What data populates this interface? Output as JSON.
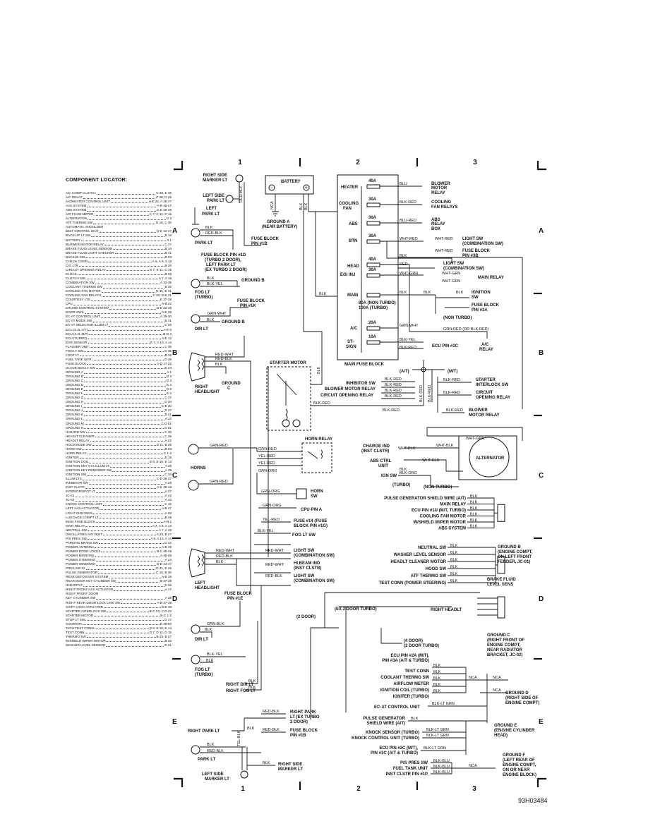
{
  "grid": {
    "columns": [
      "1",
      "2",
      "3"
    ],
    "rows": [
      "A",
      "B",
      "C",
      "D",
      "E"
    ]
  },
  "diagram_code": "93H03484",
  "locator": {
    "title": "COMPONENT LOCATOR:",
    "entries": [
      {
        "name": "A/C COMP CLUTCH",
        "ref": "C 28, E 28"
      },
      {
        "name": "A/C RELAY",
        "ref": "C 28, D 28"
      },
      {
        "name": "A/C/HEATER CONTROL UNIT",
        "ref": "A-E 24, A 26-27"
      },
      {
        "name": "AAS SYSTEM",
        "ref": "A-B 46-47"
      },
      {
        "name": "ABS SYSTEM",
        "ref": "C-E 36-39"
      },
      {
        "name": "AIR FLOW METER",
        "ref": "C 7, C 11, C 15"
      },
      {
        "name": "ALTERNATOR",
        "ref": "D 3"
      },
      {
        "name": "ATF THERMO SW",
        "ref": "D 18, C 30"
      },
      {
        "name": "AUTOMATIC SHOULDER",
        "ref": ""
      },
      {
        "name": "  BELT CONTROL UNIT",
        "ref": "D-E 44-47"
      },
      {
        "name": "BACK-UP LT SW",
        "ref": "B 16"
      },
      {
        "name": "BATTERY",
        "ref": "A 1"
      },
      {
        "name": "BLOWER MOTOR RELAY",
        "ref": "C 27"
      },
      {
        "name": "BRAKE FLUID LEVEL SENSOR",
        "ref": "B 16"
      },
      {
        "name": "BRAKE FLUID LIGHT CHECKER",
        "ref": "B 41"
      },
      {
        "name": "BUCKLE SW",
        "ref": "B 23"
      },
      {
        "name": "CHECK CONN",
        "ref": "A 5, A 9, A 13"
      },
      {
        "name": "CIG LTR",
        "ref": "B 30"
      },
      {
        "name": "CIRCUIT OPENING RELAY",
        "ref": "E 7, E 11, C 15"
      },
      {
        "name": "CLOCK",
        "ref": "B 39"
      },
      {
        "name": "CLUTCH SW",
        "ref": "A 7, A 15"
      },
      {
        "name": "COMBINATION SW",
        "ref": "A 32-35"
      },
      {
        "name": "COOLANT THERMO SW",
        "ref": "B 30"
      },
      {
        "name": "COOLING FAN MOTOR",
        "ref": "D 31, E 31"
      },
      {
        "name": "COOLING FAN RELAYS",
        "ref": "C 30, D-E 31"
      },
      {
        "name": "COURTESY LTS",
        "ref": "E 37-38"
      },
      {
        "name": "CPU",
        "ref": "A-B 22"
      },
      {
        "name": "CRUISE CONTROL SYSTEM",
        "ref": "D-E 32-35"
      },
      {
        "name": "DOOR SWS",
        "ref": "A-E 39"
      },
      {
        "name": "EC-AT CONTROL UNIT",
        "ref": "A 29-30"
      },
      {
        "name": "EC-AT MODE SW",
        "ref": "B 31"
      },
      {
        "name": "EC-AT SELECTOR ILLUM LT",
        "ref": "C 29"
      },
      {
        "name": "ECU (2.2L A/T)",
        "ref": "A-E 8"
      },
      {
        "name": "ECU (2.2L M/T)",
        "ref": "B-D 4"
      },
      {
        "name": "ECU (TURBO)",
        "ref": "A-E 12"
      },
      {
        "name": "EGR SENSOR",
        "ref": "E 7, A 10, A 14"
      },
      {
        "name": "FLASHER UNIT",
        "ref": "C 35"
      },
      {
        "name": "FOG LT SW",
        "ref": "D 35"
      },
      {
        "name": "FOOT LT",
        "ref": "B 36"
      },
      {
        "name": "FUEL TANK UNIT",
        "ref": "D 49"
      },
      {
        "name": "FUSE BLOCK",
        "ref": "A-D 17-22"
      },
      {
        "name": "GLOVE BOX LT SW",
        "ref": "E 23"
      },
      {
        "name": "GROUND A",
        "ref": "A 1"
      },
      {
        "name": "GROUND B",
        "ref": "D 3"
      },
      {
        "name": "GROUND C",
        "ref": "D 3"
      },
      {
        "name": "GROUND D",
        "ref": "E 3"
      },
      {
        "name": "GROUND E",
        "ref": "E 3"
      },
      {
        "name": "GROUND F",
        "ref": "E 3"
      },
      {
        "name": "GROUND G",
        "ref": "C 27"
      },
      {
        "name": "GROUND H",
        "ref": "D 29"
      },
      {
        "name": "GROUND I",
        "ref": "C-E 30"
      },
      {
        "name": "GROUND J",
        "ref": "E 37"
      },
      {
        "name": "GROUND K",
        "ref": "B 41"
      },
      {
        "name": "GROUND L",
        "ref": "A 42"
      },
      {
        "name": "GROUND M",
        "ref": "C-D 51"
      },
      {
        "name": "GROUND N",
        "ref": "D 51"
      },
      {
        "name": "HAZARD SW",
        "ref": "C 35"
      },
      {
        "name": "HEADLT CLEANER",
        "ref": "C 36"
      },
      {
        "name": "HEADLT RELAY",
        "ref": "A 22"
      },
      {
        "name": "HOLD MODE SW",
        "ref": "D 11, B 29"
      },
      {
        "name": "HOOD SW",
        "ref": "B 23"
      },
      {
        "name": "HORN RELAY",
        "ref": "C 1-2"
      },
      {
        "name": "IGNITER",
        "ref": "E 15"
      },
      {
        "name": "IGNITION COIL",
        "ref": "E 6, E 10, E 14"
      },
      {
        "name": "IGNITION KEY CYL ILLUM LT",
        "ref": "A 38"
      },
      {
        "name": "IGNITION KEY REMINDER SW",
        "ref": "A 39"
      },
      {
        "name": "IGNITION SW",
        "ref": "C 34"
      },
      {
        "name": "ILLUM LTS",
        "ref": "C-D 36-37"
      },
      {
        "name": "INHIBITOR SW",
        "ref": "A 28"
      },
      {
        "name": "INST CLSTR",
        "ref": "A-E 40-43"
      },
      {
        "name": "INTERIOR/SPOT LT",
        "ref": "A 37"
      },
      {
        "name": "JC-01",
        "ref": "A 42"
      },
      {
        "name": "JC-02",
        "ref": "A 42"
      },
      {
        "name": "KNOCK CONTROL UNIT",
        "ref": "C 15"
      },
      {
        "name": "LEFT AAS ACTUATOR",
        "ref": "A-B 47"
      },
      {
        "name": "LIGHT CHECKER",
        "ref": "A 50"
      },
      {
        "name": "LUGGAGE COMPT LT",
        "ref": "B 48"
      },
      {
        "name": "MAIN FUSE BLOCK",
        "ref": "A-B 2"
      },
      {
        "name": "MAIN RELAY",
        "ref": "A 4, A 8, A 12"
      },
      {
        "name": "NEUTRAL SW",
        "ref": "A 7, A 15"
      },
      {
        "name": "OSCILLATING AIR VENT",
        "ref": "A 26, B 27"
      },
      {
        "name": "P/S PRES SW",
        "ref": "A 5, A 13, A 14"
      },
      {
        "name": "PARKING BRAKE SW",
        "ref": "D 22"
      },
      {
        "name": "POWER ANTENNA",
        "ref": "A-B 46"
      },
      {
        "name": "POWER DOOR LOCKS",
        "ref": "B-C 48-49"
      },
      {
        "name": "POWER MIRRORS",
        "ref": "A 48-49"
      },
      {
        "name": "POWER STEERING",
        "ref": "A 44"
      },
      {
        "name": "POWER WINDOWS",
        "ref": "B-D 44-47"
      },
      {
        "name": "PRES SW #2",
        "ref": "D 31, E 29"
      },
      {
        "name": "PULSE GENERATOR",
        "ref": "C 10, B 30"
      },
      {
        "name": "REAR DEFOGGER SYSTEM",
        "ref": "A-B 36"
      },
      {
        "name": "REAR DOOR KEY CYLINDER SW",
        "ref": "B 37-38"
      },
      {
        "name": "RHEOSTAT",
        "ref": "E 36"
      },
      {
        "name": "RIGHT FRONT AAS ACTUATOR",
        "ref": "A 47"
      },
      {
        "name": "RIGHT FRONT DOOR",
        "ref": ""
      },
      {
        "name": "  KEY CYLINDER SW",
        "ref": "A 38"
      },
      {
        "name": "RIGHT REAR DOOR LOCK LINK SW",
        "ref": "A-B 37-38"
      },
      {
        "name": "SHIFT LOCK ACTUATOR",
        "ref": "D-E 43"
      },
      {
        "name": "STARTER INTERLOCK SW",
        "ref": "B-C 23, C-D 32"
      },
      {
        "name": "STARTER MOTOR",
        "ref": "B-C 1-2"
      },
      {
        "name": "STOP LT SW",
        "ref": "D 17"
      },
      {
        "name": "SUNROOF",
        "ref": "E 49-50"
      },
      {
        "name": "TACH TEST CONN",
        "ref": "E 6, E 10, E 14"
      },
      {
        "name": "TEST CONN",
        "ref": "D 7, D 11, D 15"
      },
      {
        "name": "THERMO SW",
        "ref": "B 25, B 27"
      },
      {
        "name": "W/SHIELD WIPER MOTOR",
        "ref": "B 32"
      },
      {
        "name": "WASHER LEVEL SENSOR",
        "ref": "D 41"
      }
    ]
  },
  "labels": {
    "right_side_marker_lt": [
      "RIGHT SIDE",
      "MARKER LT"
    ],
    "left_park_lt_top": [
      "LEFT SIDE",
      "PARK LT"
    ],
    "left_park_lt_b": [
      "LEFT",
      "PARK LT"
    ],
    "park_lt": "PARK LT",
    "battery": "BATTERY",
    "ground_a": [
      "GROUND A",
      "(NEAR BATTERY)"
    ],
    "fuse_block_pin_1b": [
      "FUSE BLOCK",
      "PIN #1B"
    ],
    "fuse_block_pin_1d": [
      "FUSE BLOCK PIN #1D",
      "(TURBO 2 DOOR),",
      "LEFT PARK LT",
      "(EX TURBO 2 DOOR)"
    ],
    "fog_lt_turbo": [
      "FOG LT",
      "(TURBO)"
    ],
    "ground_b": "GROUND B",
    "fuse_block_pin_1k": [
      "FUSE BLOCK",
      "PIN #1K"
    ],
    "dir_lt": "DIR LT",
    "right_headlight": [
      "RIGHT",
      "HEADLIGHT"
    ],
    "ground_c_small": [
      "GROUND",
      "C"
    ],
    "starter_motor": "STARTER MOTOR",
    "horn_relay": "HORN RELAY",
    "horns": "HORNS",
    "horn_sw": [
      "HORN",
      "SW"
    ],
    "cpu_pin_a": "CPU PIN A",
    "fuse_14": [
      "FUSE #14 (FUSE",
      "BLOCK PIN #1G)"
    ],
    "fog_lt_sw": "FOG LT SW",
    "left_headlight": [
      "LEFT",
      "HEADLIGHT"
    ],
    "light_sw_comb_1": [
      "LIGHT SW",
      "(COMBINATION SW)"
    ],
    "hi_beam_ind": [
      "HI BEAM IND",
      "(INST CLSTR)"
    ],
    "light_sw_comb_2": [
      "LIGHT SW",
      "(COMBINATION SW)"
    ],
    "fuse_block_pin_1e": [
      "FUSE BLOCK",
      "PIN #1E"
    ],
    "two_door": "(2 DOOR)",
    "ex_2_door_turbo": "(EX 2 DOOR TURBO)",
    "right_headlt": "RIGHT HEADLT",
    "four_door": [
      "(4 DOOR)",
      "(2 DOOR TURBO)"
    ],
    "right_dir_lt": "RIGHT DIR LT",
    "right_fog_lt": "RIGHT FOG LT",
    "right_park_lt_ex_turbo": [
      "RIGHT PARK",
      "LT (EX TURBO",
      "2 DOOR)"
    ],
    "fuse_block_pin_1b_2": [
      "FUSE BLOCK",
      "PIN #1B"
    ],
    "right_park_lt": "RIGHT PARK LT",
    "right_side_marker_lt_2": [
      "RIGHT SIDE",
      "MARKER LT"
    ],
    "left_side_marker_lt": [
      "LEFT SIDE",
      "MARKER LT"
    ],
    "main_fuse_block": "MAIN FUSE BLOCK",
    "heater": "HEATER",
    "cooling_fan": [
      "COOLING",
      "FAN"
    ],
    "abs": "ABS",
    "btn": "BTN",
    "head": "HEAD",
    "egi_inj": "EGI INJ",
    "main": "MAIN",
    "main_amp": [
      "80A (NON TURBO)",
      "100A (TURBO)"
    ],
    "ac": "A/C",
    "st_sign": [
      "ST-",
      "SIGN"
    ],
    "blower_motor_relay": [
      "BLOWER",
      "MOTOR",
      "RELAY"
    ],
    "cooling_fan_relays": [
      "COOLING",
      "FAN RELAYS"
    ],
    "abs_relay_box": [
      "ABS",
      "RELAY",
      "BOX"
    ],
    "light_sw_comb_top": [
      "LIGHT SW",
      "(COMBINATION SW)"
    ],
    "fuse_block_pin_3b": [
      "FUSE BLOCK",
      "PIN #3B"
    ],
    "light_sw_comb_head": [
      "LIGHT SW",
      "(COMBINATION SW)"
    ],
    "main_relay": "MAIN RELAY",
    "ignition_sw": [
      "IGNITION",
      "SW"
    ],
    "fuse_block_pin_3a": [
      "FUSE BLOCK",
      "PIN #3A"
    ],
    "non_turbo": "(NON TURBO)",
    "ac_relay": [
      "A/C",
      "RELAY"
    ],
    "ecu_pin_1c": "ECU PIN #1C",
    "at": "(A/T)",
    "mt": "(M/T)",
    "inhibitor_sw": "INHIBITOR SW",
    "blower_motor_relay_2": "BLOWER MOTOR RELAY",
    "circuit_opening_relay": "CIRCUIT OPENING RELAY",
    "starter_interlock_sw": [
      "STARTER",
      "INTERLOCK SW"
    ],
    "circuit_opening_relay_2": [
      "CIRCUIT",
      "OPENING RELAY"
    ],
    "blower_motor_relay_3": [
      "BLOWER",
      "MOTOR RELAY"
    ],
    "charge_ind": [
      "CHARGE IND",
      "(INST CLSTR)"
    ],
    "abs_ctrl_unit": [
      "ABS CTRL",
      "UNIT"
    ],
    "ign_sw": "IGN SW",
    "alternator": "ALTERNATOR",
    "turbo": "(TURBO)",
    "non_turbo_2": "(NON TURBO)",
    "ground_b_block": [
      "PULSE GENERATOR SHIELD WIRE (A/T)",
      "MAIN RELAY",
      "ECU PIN #1U (M/T, TURBO)",
      "COOLING FAN MOTOR",
      "W/SHIELD WIPER MOTOR",
      "ABS SYSTEM"
    ],
    "ground_b_right": [
      "GROUND B",
      "(ENGINE COMPT,",
      "ON LEFT FRONT",
      "FENDER, JC-01)"
    ],
    "ground_c_block": [
      "NEUTRAL SW",
      "WASHER LEVEL SENSOR",
      "HEADLT CLEANER MOTOR",
      "HOOD SW",
      "ATF THERMO SW",
      "TEST CONN (POWER STEERING)"
    ],
    "brake_fluid": [
      "BRAKE FLUID",
      "LEVEL SENS"
    ],
    "ground_c_right": [
      "GROUND C",
      "(RIGHT FRONT OF",
      "ENGINE COMPT,",
      "NEAR RADIATOR",
      "BRACKET, JC-02)"
    ],
    "ground_d_block": [
      "ECU PIN #2A (M/T),",
      "PIN #3A (A/T & TURBO)",
      "TEST CONN",
      "COOLANT THERMO SW",
      "AIRFLOW METER",
      "IGNITION COIL (TURBO)",
      "IGNITER (TURBO)"
    ],
    "ground_d_right": [
      "GROUND D",
      "(RIGHT SIDE OF",
      "ENGINE COMPT)"
    ],
    "ec_at": "EC-AT CONTROL UNIT",
    "pulse_gen": [
      "PULSE GENERATOR",
      "SHIELD WIRE (A/T)"
    ],
    "knock_sensor": "KNOCK SENSOR (TURBO)",
    "knock_ctrl": "KNOCK CONTROL UNIT (TURBO)",
    "ground_e_right": [
      "GROUND E",
      "(ENGINE CYLINDER",
      "HEAD)"
    ],
    "ecu_pin_2c": [
      "ECU PIN #2C (M/T),",
      "PIN #3C (A/T & TURBO)"
    ],
    "ground_f_block": [
      "P/S PRES SW",
      "FUEL TANK UNIT",
      "INST CLSTR PIN #1P"
    ],
    "ground_f_right": [
      "GROUND F",
      "(LEFT REAR OF",
      "ENGINE COMPT,",
      "ON OR NEAR",
      "ENGINE BLOCK)"
    ],
    "nca": "NCA"
  },
  "wires": {
    "blk": "BLK",
    "red": "RED",
    "blu": "BLU",
    "blk_red": "BLK-RED",
    "blu_red": "BLU-RED",
    "wht_red": "WHT-RED",
    "wht_grn": "WHT-GRN",
    "wht_blk": "WHT-BLK",
    "red_blk": "RED-BLK",
    "red_wht": "RED-WHT",
    "blk_yel": "BLK-YEL",
    "grn_wht": "GRN-WHT",
    "grn_red": "GRN-RED",
    "grn_red_or_blk_red": "GRN-RED (OR BLK-RED)",
    "yel_red": "YEL-RED",
    "yel_blk": "YEL-BLK",
    "grn_org": "GRN-ORG",
    "grn_blk": "GRN-BLK",
    "blk_org": "BLK-ORG",
    "blk_lt_grn": "BLK-LT GRN",
    "blk_blu": "BLK-BLU",
    "tel_blk": "TEL-BLK"
  },
  "fuses": {
    "heater": "40A",
    "cooling": "30A",
    "abs": "30A",
    "btn": "30A",
    "head": "40A",
    "egi": "30A",
    "ac": "20A",
    "st": "10A"
  }
}
